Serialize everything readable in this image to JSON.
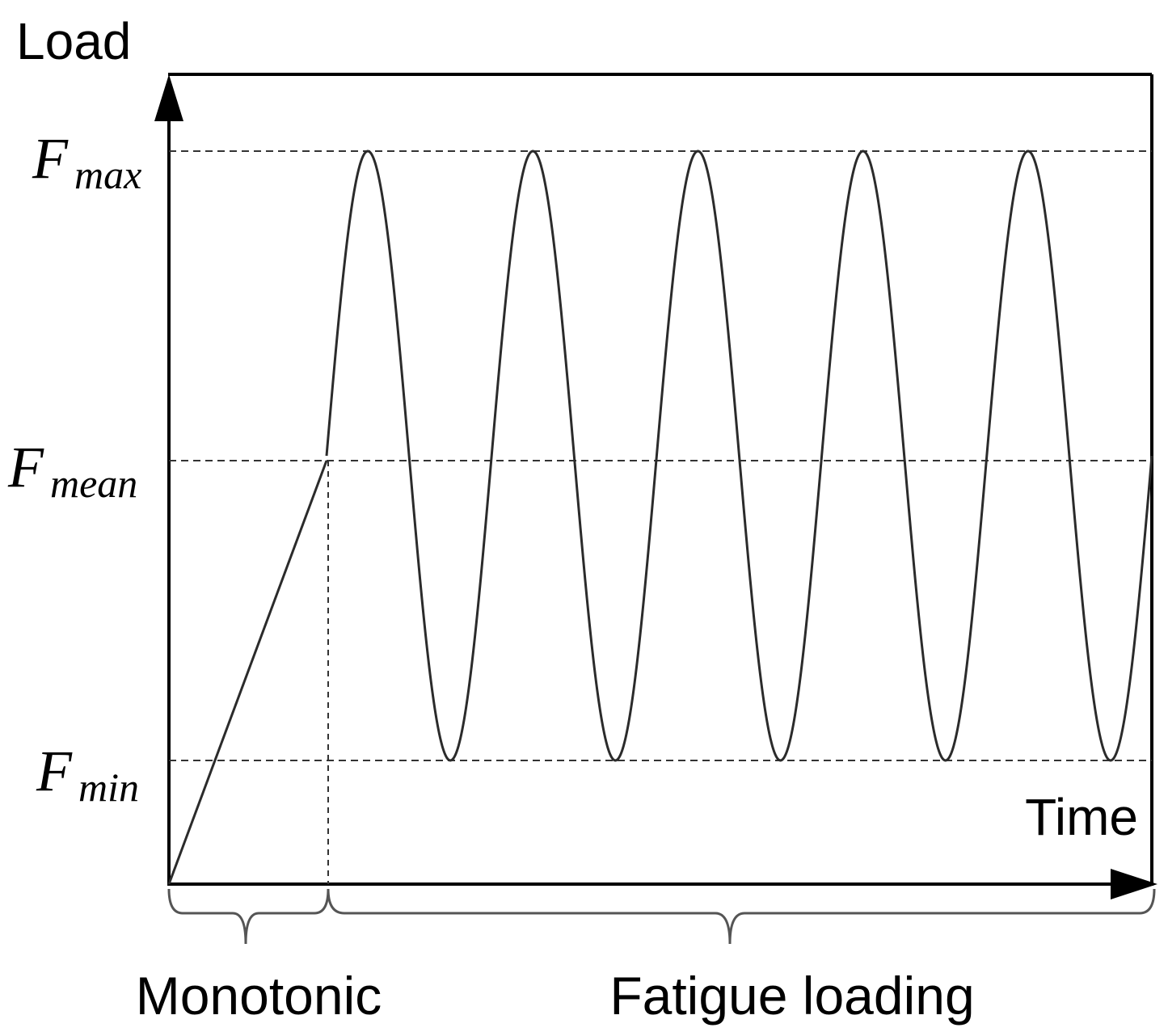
{
  "labels": {
    "y_axis": "Load",
    "x_axis": "Time",
    "monotonic": "Monotonic",
    "fatigue": "Fatigue loading"
  },
  "levels": [
    {
      "id": "max",
      "symbol": "F",
      "subscript": "max"
    },
    {
      "id": "mean",
      "symbol": "F",
      "subscript": "mean"
    },
    {
      "id": "min",
      "symbol": "F",
      "subscript": "min"
    }
  ],
  "waveform": {
    "cycles": 5,
    "start_phase": "mean-rising",
    "end_phase": "mean-rising"
  },
  "colors": {
    "line": "#2b2b2b",
    "axis": "#000000",
    "guide": "#333333"
  }
}
